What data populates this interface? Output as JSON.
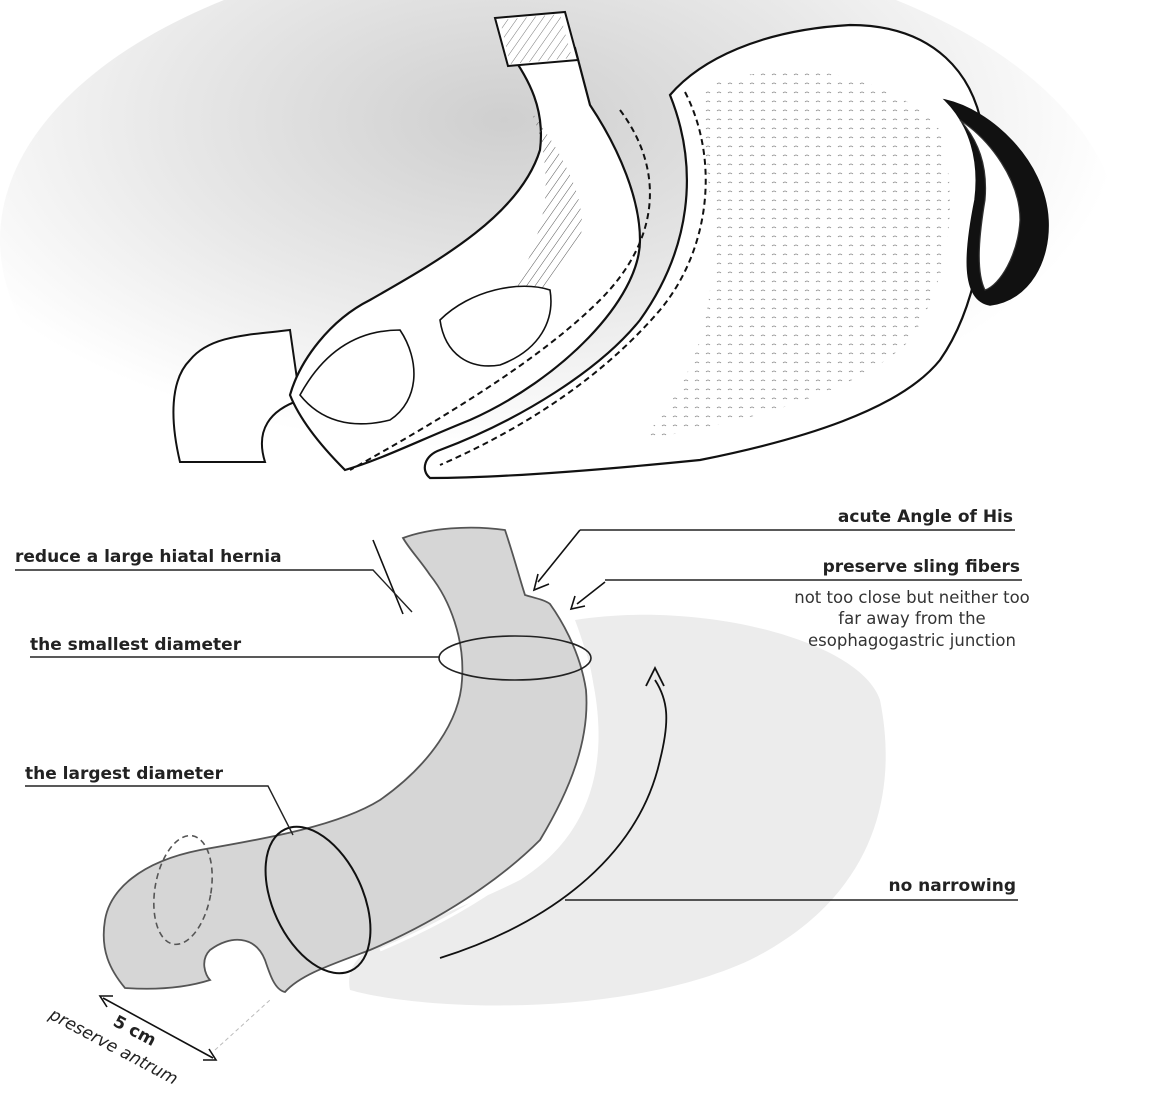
{
  "labels": {
    "hiatal_hernia": "reduce a large hiatal hernia",
    "smallest_diameter": "the smallest diameter",
    "largest_diameter": "the largest diameter",
    "angle_of_his": "acute Angle of His",
    "sling_fibers": "preserve sling fibers",
    "distance_note_line1": "not too close but neither too",
    "distance_note_line2": "far away from the",
    "distance_note_line3": "esophagogastric junction",
    "no_narrowing": "no narrowing",
    "distance": "5 cm",
    "preserve_antrum": "preserve antrum"
  },
  "colors": {
    "sleeve_fill": "#d6d6d6",
    "shadow_fill": "#ececec",
    "line": "#222222",
    "background_glow": "#e4e4e4"
  }
}
